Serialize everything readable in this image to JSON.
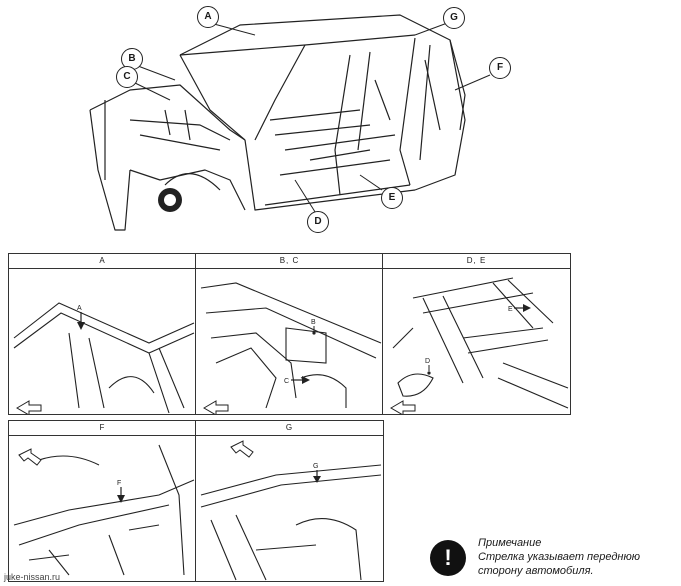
{
  "callouts": {
    "A": "A",
    "B": "B",
    "C": "C",
    "D": "D",
    "E": "E",
    "F": "F",
    "G": "G"
  },
  "panels": {
    "a": {
      "title": "A",
      "points": [
        "A"
      ]
    },
    "bc": {
      "title": "B, C",
      "points": [
        "B",
        "C"
      ]
    },
    "de": {
      "title": "D, E",
      "points": [
        "D",
        "E"
      ]
    },
    "f": {
      "title": "F",
      "points": [
        "F"
      ]
    },
    "g": {
      "title": "G",
      "points": [
        "G"
      ]
    }
  },
  "note": {
    "heading": "Примечание",
    "line1": "Стрелка указывает переднюю",
    "line2": "сторону автомобиля.",
    "icon": "info-bulb-icon"
  },
  "site": "juke-nissan.ru"
}
